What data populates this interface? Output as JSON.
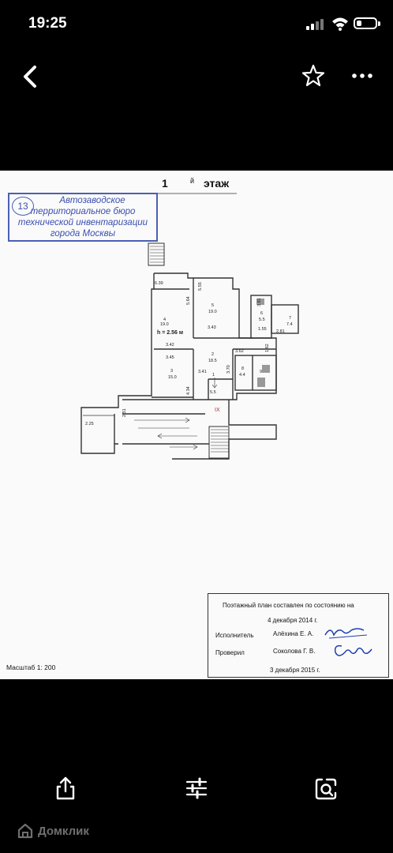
{
  "status_bar": {
    "time": "19:25"
  },
  "nav": {
    "back_icon": "chevron-left-icon",
    "favorite_icon": "star-icon",
    "more_icon": "more-icon"
  },
  "floor_plan": {
    "heading_number": "1",
    "heading_superscript": "й",
    "heading_word": "этаж",
    "stamp": {
      "number": "13",
      "line1": "Автозаводское",
      "line2": "территориальное бюро",
      "line3": "технической инвентаризации",
      "line4": "города Москвы"
    },
    "room_labels": {
      "r4": "4",
      "r4_area": "19.0",
      "height": "h = 2.56 м",
      "r5": "5",
      "r5_area": "19.0",
      "r6": "6",
      "r6_area": "5.5",
      "r7": "7",
      "r7_area": "7.4",
      "r2": "2",
      "r2_area": "18.5",
      "r3": "3",
      "r3_area": "15.0",
      "r8": "8",
      "r8_area": "4.4",
      "r9": "9",
      "r1_area": "5.5",
      "section": "IX"
    },
    "dimensions": {
      "d1": "6.39",
      "d2": "5.55",
      "d3": "5.64",
      "d4": "3.81",
      "d5": "3.43",
      "d6": "1.55",
      "d7": "2.81",
      "d8": "3.42",
      "d9": "3.62",
      "d10": "1.62",
      "d11": "3.45",
      "d12": "3.41",
      "d13": "3.70",
      "d14": "4.34",
      "d15": "2.51",
      "d16": "2.25",
      "d17": "1"
    },
    "scale": "Масштаб 1: 200",
    "info": {
      "line1": "Поэтажный план составлен по состоянию на",
      "line2": "4 декабря 2014 г.",
      "executor_label": "Исполнитель",
      "executor_name": "Алёхина Е. А.",
      "checked_label": "Проверил",
      "checked_name": "Соколова Г. В.",
      "date2": "3 декабря 2015 г."
    }
  },
  "bottom_bar": {
    "share_icon": "share-icon",
    "adjust_icon": "adjust-icon",
    "lens_icon": "visual-lookup-icon"
  },
  "watermark": {
    "text": "Домклик"
  }
}
